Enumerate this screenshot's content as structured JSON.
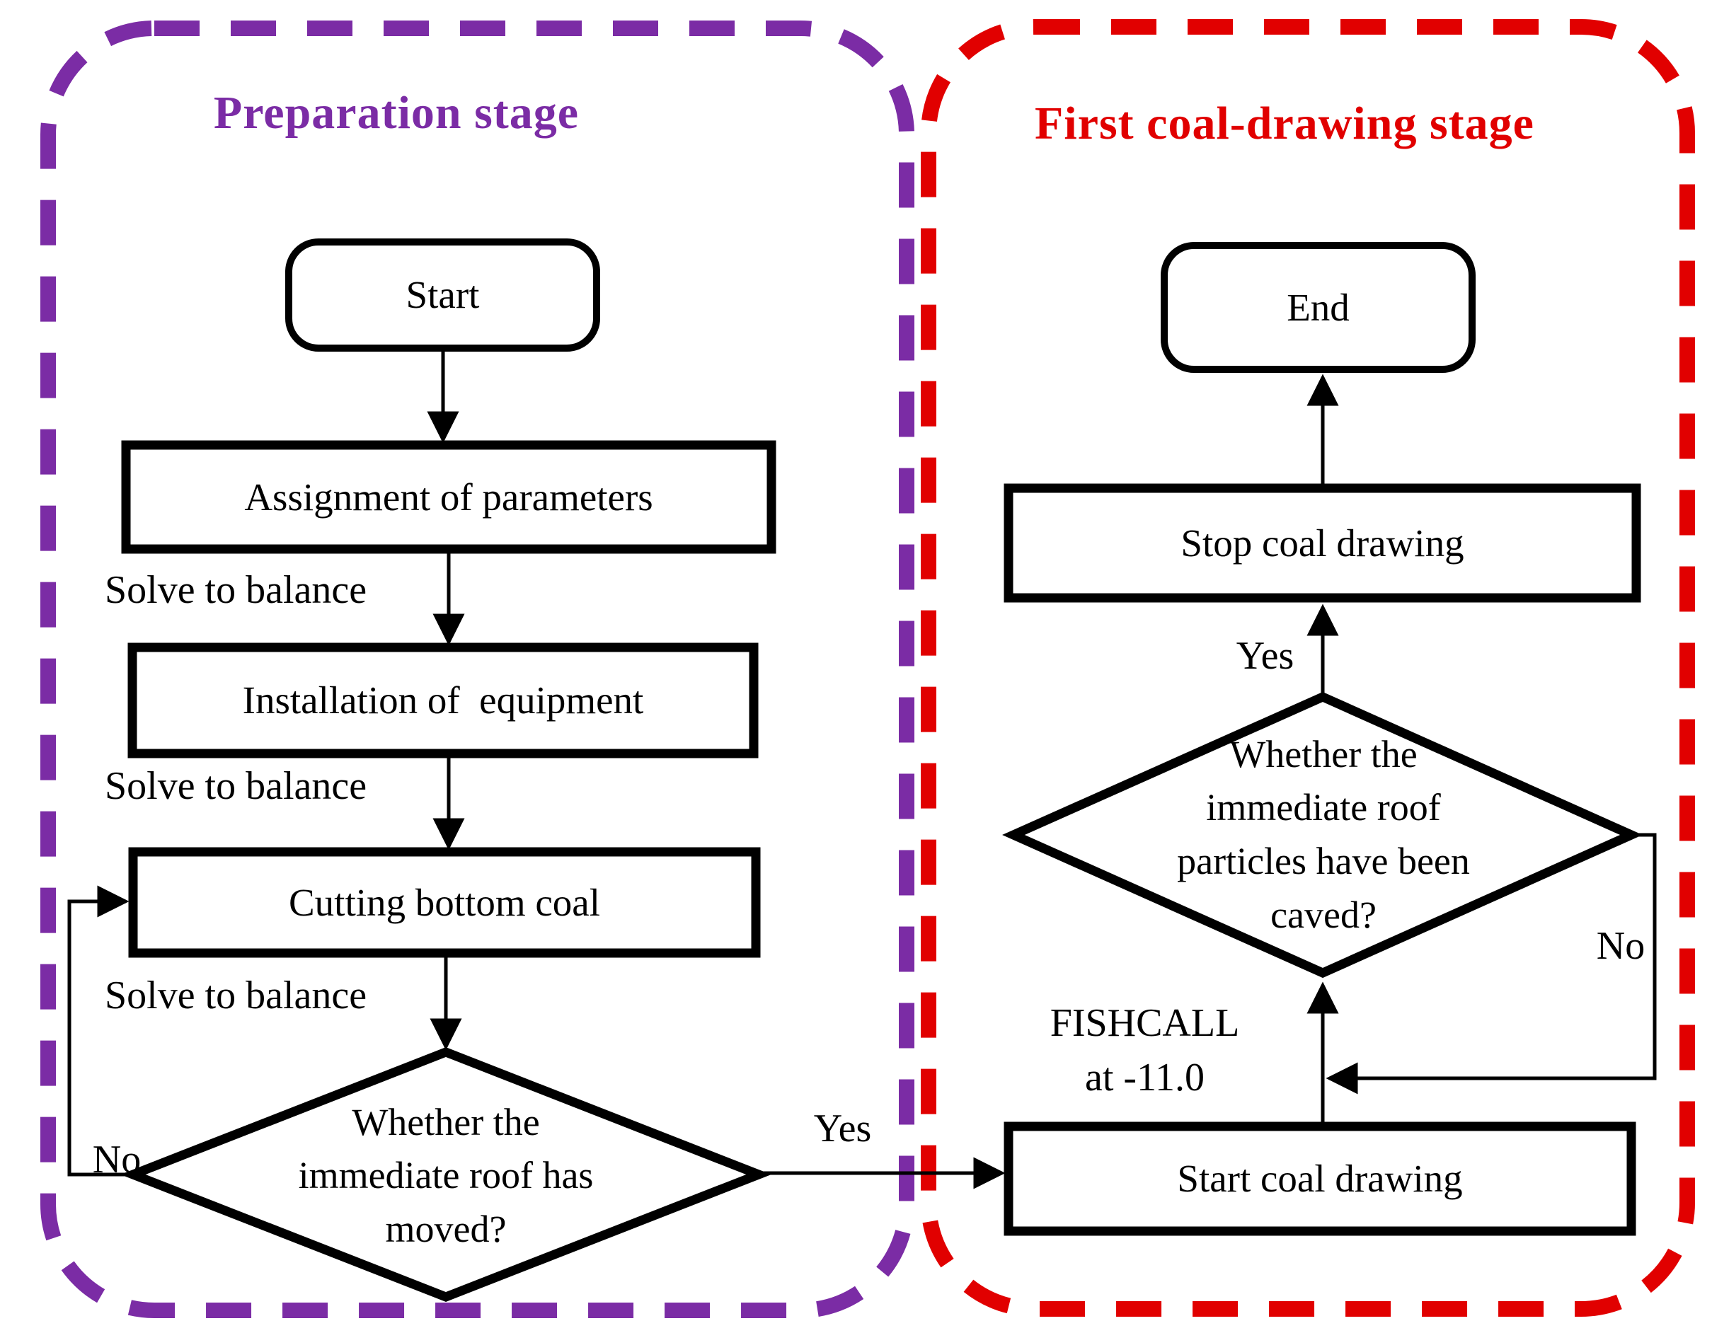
{
  "panels": {
    "preparation": {
      "title": "Preparation stage",
      "color": "#7B2CA5"
    },
    "first_coal_drawing": {
      "title": "First coal-drawing stage",
      "color": "#E10000"
    }
  },
  "nodes": {
    "start": "Start",
    "assignment": "Assignment of parameters",
    "installation": "Installation of  equipment",
    "cutting": "Cutting bottom coal",
    "roof_moved_decision": "Whether the\nimmediate roof has\nmoved?",
    "start_coal_drawing": "Start coal drawing",
    "caved_decision": "Whether the\nimmediate roof\nparticles have been\ncaved?",
    "stop_coal_drawing": "Stop coal drawing",
    "end": "End"
  },
  "edge_labels": {
    "solve_to_balance_1": "Solve to balance",
    "solve_to_balance_2": "Solve to balance",
    "solve_to_balance_3": "Solve to balance",
    "no_left": "No",
    "yes_left": "Yes",
    "fishcall": "FISHCALL\nat -11.0",
    "no_right": "No",
    "yes_right": "Yes"
  }
}
